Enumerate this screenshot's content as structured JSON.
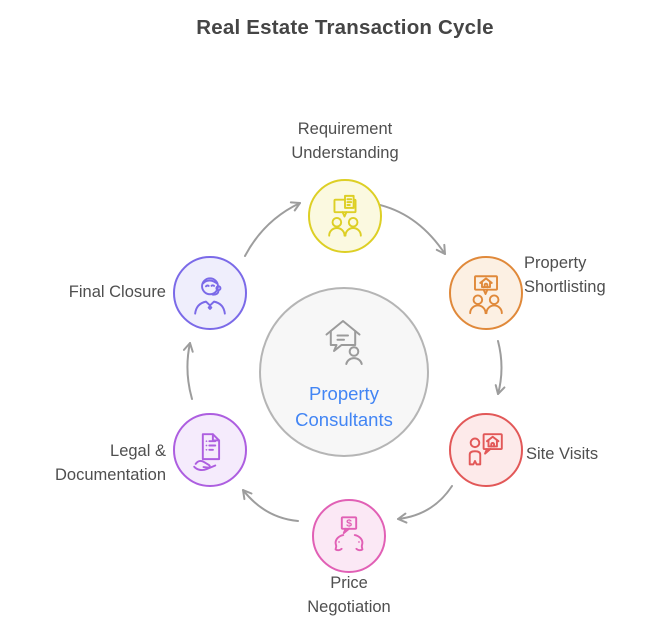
{
  "title": "Real Estate Transaction Cycle",
  "title_color": "#454545",
  "label_color": "#4f4f4f",
  "arrow_color": "#9d9d9d",
  "center": {
    "label": "Property Consultants",
    "icon": "house-chat-person-icon",
    "label_color": "#4285f4",
    "border_color": "#b5b5b5",
    "fill_color": "#f7f7f7",
    "icon_color": "#9b9b9b"
  },
  "steps": [
    {
      "id": "requirement-understanding",
      "label": "Requirement Understanding",
      "icon": "people-chat-document-icon",
      "color": "#ddcf25",
      "fill": "#fbf9e0"
    },
    {
      "id": "property-shortlisting",
      "label": "Property Shortlisting",
      "icon": "people-chat-house-icon",
      "color": "#e0893a",
      "fill": "#fcf0e3"
    },
    {
      "id": "site-visits",
      "label": "Site Visits",
      "icon": "person-chat-house-icon",
      "color": "#e25858",
      "fill": "#fdeaea"
    },
    {
      "id": "price-negotiation",
      "label": "Price Negotiation",
      "icon": "faces-chat-dollar-icon",
      "color": "#e160b5",
      "fill": "#fbe8f5"
    },
    {
      "id": "legal-documentation",
      "label": "Legal & Documentation",
      "icon": "hand-document-icon",
      "color": "#ad5ee0",
      "fill": "#f5ebfc"
    },
    {
      "id": "final-closure",
      "label": "Final Closure",
      "icon": "support-agent-icon",
      "color": "#7b6ae8",
      "fill": "#efeefc"
    }
  ]
}
